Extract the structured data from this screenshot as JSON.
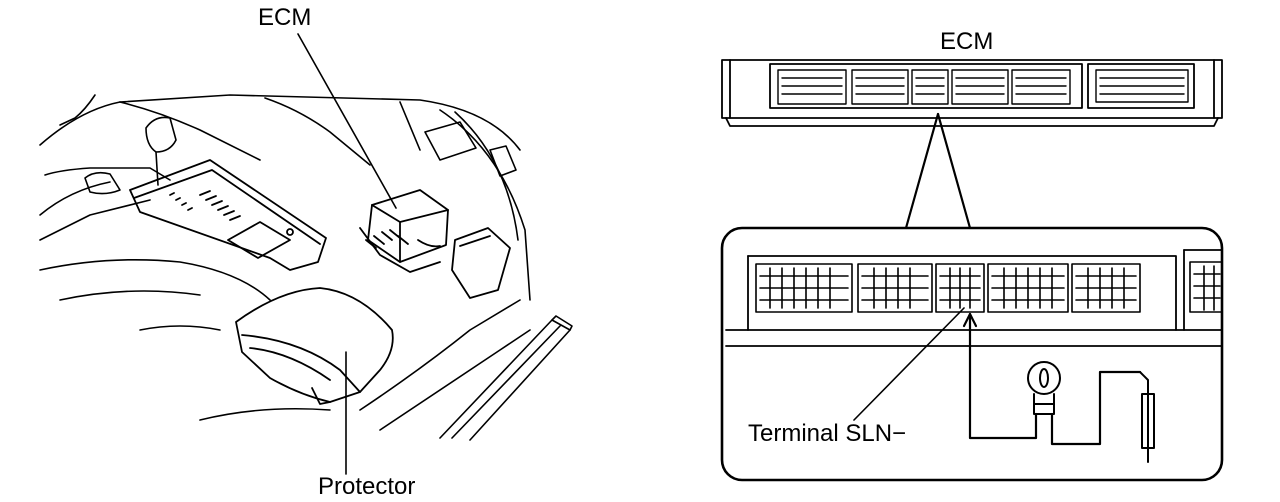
{
  "labels": {
    "ecm_left": "ECM",
    "protector": "Protector",
    "ecm_right": "ECM",
    "terminal": "Terminal SLN−"
  },
  "colors": {
    "line": "#000000",
    "background": "#ffffff"
  }
}
